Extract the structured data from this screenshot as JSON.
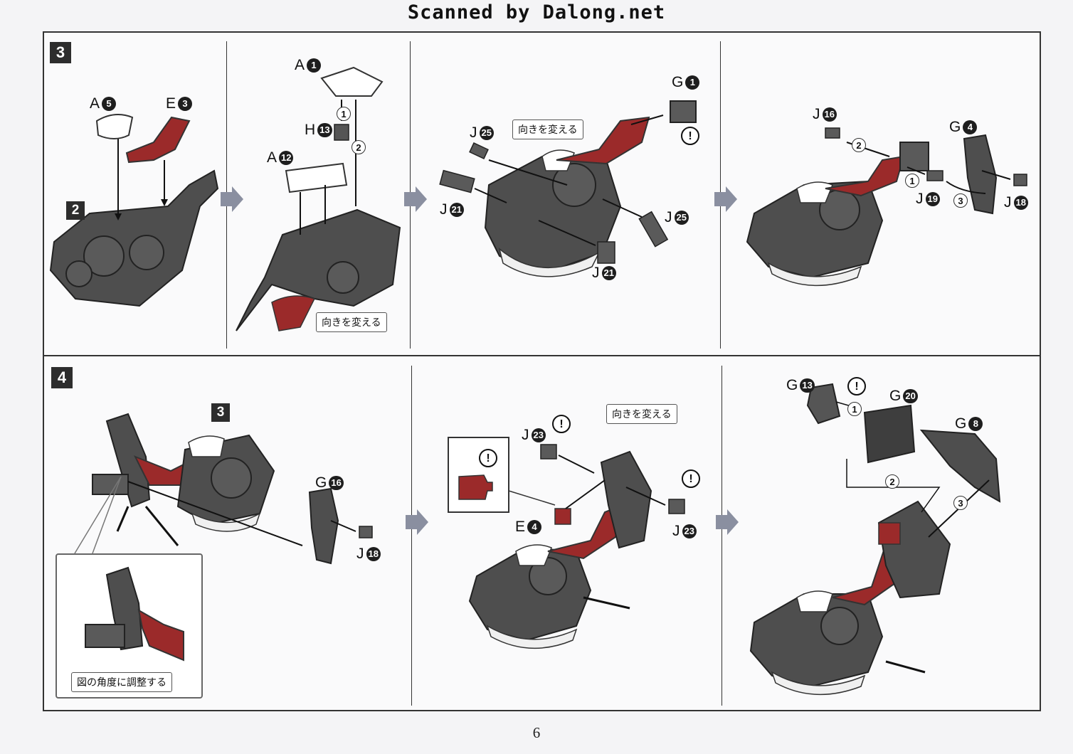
{
  "watermark": "Scanned by Dalong.net",
  "page_number": "6",
  "colors": {
    "accent_red": "#9b2a2a",
    "gray_part": "#555555",
    "arrow_gray": "#8a8fa0",
    "badge": "#2d2d2d"
  },
  "step3": {
    "badge": "3",
    "panel1": {
      "sub_badge": "2",
      "parts": [
        {
          "letter": "A",
          "num": "5"
        },
        {
          "letter": "E",
          "num": "3"
        }
      ]
    },
    "panel2": {
      "parts": [
        {
          "letter": "A",
          "num": "1"
        },
        {
          "letter": "H",
          "num": "13"
        },
        {
          "letter": "A",
          "num": "12"
        }
      ],
      "order": [
        "1",
        "2"
      ],
      "callout": "向きを変える"
    },
    "panel3": {
      "parts": [
        {
          "letter": "G",
          "num": "1"
        },
        {
          "letter": "J",
          "num": "25"
        },
        {
          "letter": "J",
          "num": "21"
        },
        {
          "letter": "J",
          "num": "25"
        },
        {
          "letter": "J",
          "num": "21"
        }
      ],
      "callout": "向きを変える",
      "warning": "!"
    },
    "panel4": {
      "parts": [
        {
          "letter": "J",
          "num": "16"
        },
        {
          "letter": "G",
          "num": "4"
        },
        {
          "letter": "J",
          "num": "19"
        },
        {
          "letter": "J",
          "num": "18"
        }
      ],
      "order": [
        "1",
        "2",
        "3"
      ]
    }
  },
  "step4": {
    "badge": "4",
    "panel1": {
      "sub_badge": "3",
      "parts": [
        {
          "letter": "G",
          "num": "16"
        },
        {
          "letter": "J",
          "num": "18"
        }
      ],
      "callout": "図の角度に調整する"
    },
    "panel2": {
      "parts": [
        {
          "letter": "J",
          "num": "23"
        },
        {
          "letter": "E",
          "num": "4"
        },
        {
          "letter": "J",
          "num": "23"
        }
      ],
      "callout": "向きを変える",
      "warning": "!"
    },
    "panel3": {
      "parts": [
        {
          "letter": "G",
          "num": "13"
        },
        {
          "letter": "G",
          "num": "20"
        },
        {
          "letter": "G",
          "num": "8"
        }
      ],
      "order": [
        "1",
        "2",
        "3"
      ],
      "warning": "!"
    }
  }
}
